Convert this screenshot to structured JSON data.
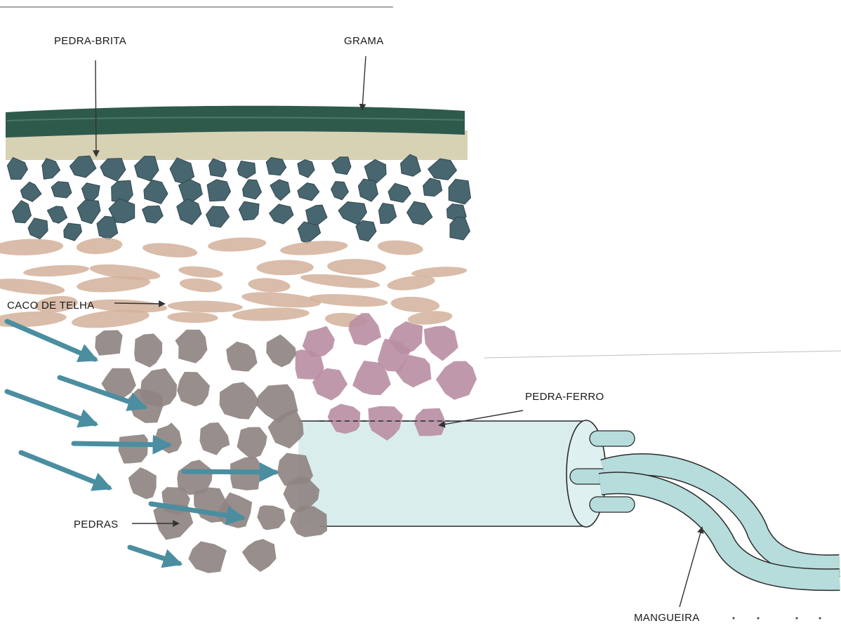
{
  "labels": {
    "gravel": "PEDRA-BRITA",
    "grass": "GRAMA",
    "tile_shards": "CACO DE TELHA",
    "iron_stone": "PEDRA-FERRO",
    "stones": "PEDRAS",
    "hose": "MANGUEIRA"
  },
  "colors": {
    "grass": "#2e5a4c",
    "soil": "#d8d2b4",
    "gravel": "#476670",
    "tile": "#d2b09a",
    "stone": "#8f8482",
    "iron_stone": "#b88ea2",
    "water_arrow": "#4a8ea0",
    "pipe_fill": "#d4eaea",
    "hose_fill": "#b6dcdc",
    "outline": "#2b2b2b"
  }
}
